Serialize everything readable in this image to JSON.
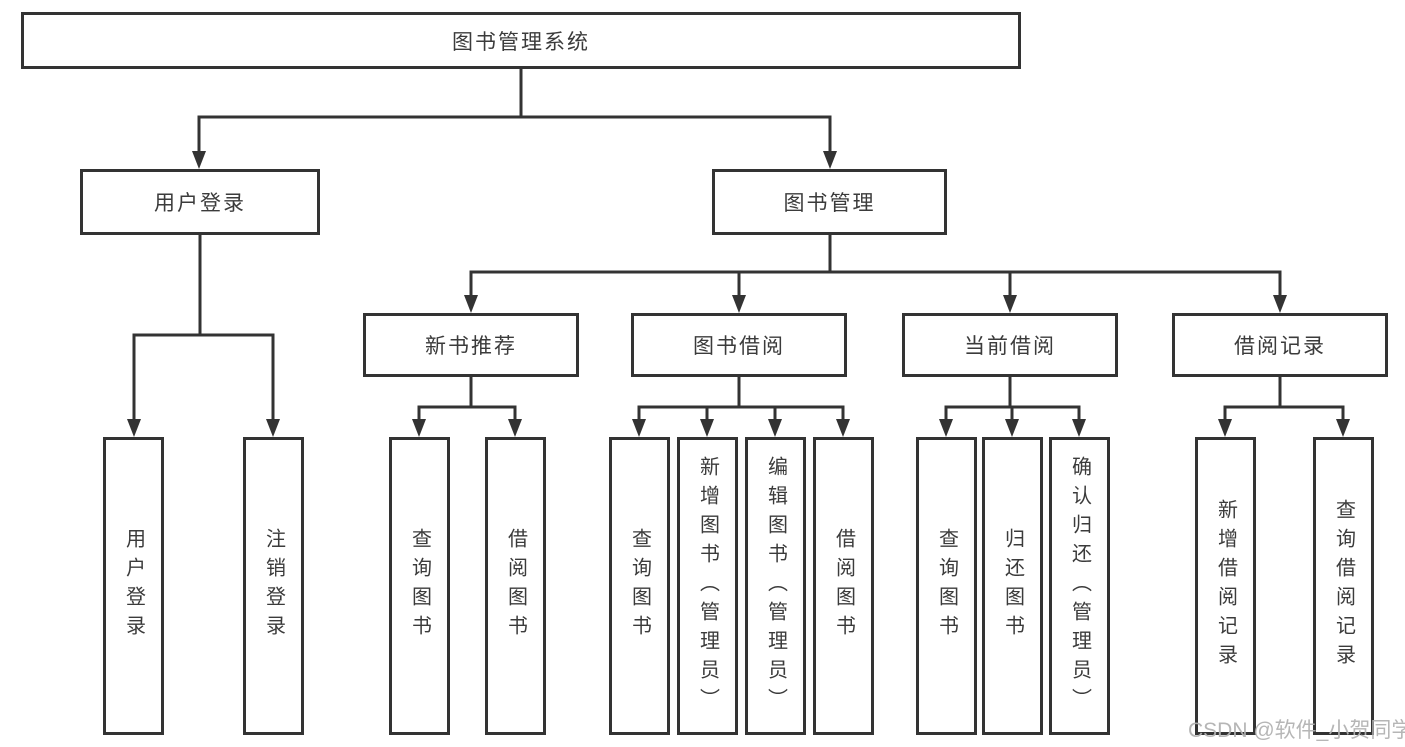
{
  "tree": {
    "label": "图书管理系统",
    "children": [
      {
        "label": "用户登录",
        "children": [
          {
            "label": "用户登录"
          },
          {
            "label": "注销登录"
          }
        ]
      },
      {
        "label": "图书管理",
        "children": [
          {
            "label": "新书推荐",
            "children": [
              {
                "label": "查询图书"
              },
              {
                "label": "借阅图书"
              }
            ]
          },
          {
            "label": "图书借阅",
            "children": [
              {
                "label": "查询图书"
              },
              {
                "label": "新增图书（管理员）"
              },
              {
                "label": "编辑图书（管理员）"
              },
              {
                "label": "借阅图书"
              }
            ]
          },
          {
            "label": "当前借阅",
            "children": [
              {
                "label": "查询图书"
              },
              {
                "label": "归还图书"
              },
              {
                "label": "确认归还（管理员）"
              }
            ]
          },
          {
            "label": "借阅记录",
            "children": [
              {
                "label": "新增借阅记录"
              },
              {
                "label": "查询借阅记录"
              }
            ]
          }
        ]
      }
    ]
  },
  "watermark": {
    "text": "CSDN @软件_小贺同学"
  },
  "colors": {
    "line": "#333333",
    "text": "#3b3b3b",
    "background": "#ffffff",
    "watermark": "#b2b2b2"
  }
}
